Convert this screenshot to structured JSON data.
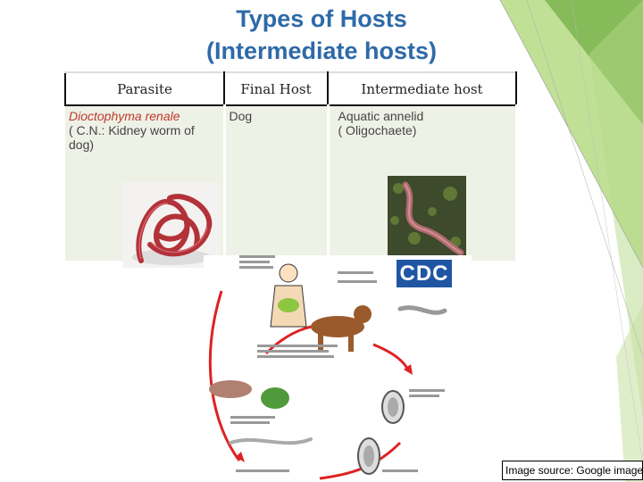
{
  "slide": {
    "title_line1": "Types of Hosts",
    "title_line2": "(Intermediate hosts)",
    "source_note": "Image source: Google image"
  },
  "table": {
    "headers": [
      "Parasite",
      "Final Host",
      "Intermediate host"
    ],
    "row": {
      "parasite_name": "Dioctophyma renale",
      "parasite_common": "( C.N.: Kidney worm of dog)",
      "final_host": "Dog",
      "intermediate_host": "Aquatic annelid",
      "intermediate_host_detail": "( Oligochaete)"
    }
  },
  "figure": {
    "logo_text": "CDC",
    "colors": {
      "accent_green": "#8dc63f",
      "title_blue": "#2e6aa8",
      "cell_bg": "#eef1e6",
      "worm_red": "#b3323a"
    }
  }
}
